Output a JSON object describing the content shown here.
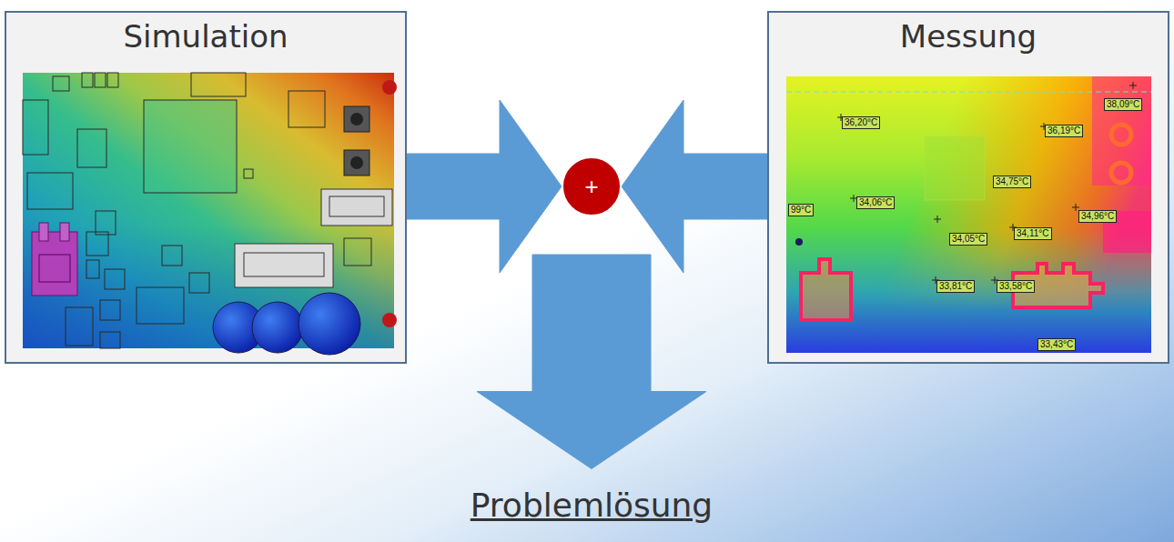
{
  "diagram": {
    "nodes": [
      {
        "text": [
          "Simulation"
        ]
      },
      {
        "text": [
          "Messung"
        ]
      },
      {
        "text": [
          "+"
        ]
      },
      {
        "text": [
          "Problemlösung"
        ]
      }
    ],
    "edges": [
      {
        "from": 0,
        "to": 2,
        "arrow": "to"
      },
      {
        "from": 1,
        "to": 2,
        "arrow": "to"
      },
      {
        "from": 2,
        "to": 3,
        "arrow": "to"
      }
    ],
    "labels": [
      "38,09°C",
      "36,20°C",
      "36,19°C",
      "34,75°C",
      "34,06°C",
      "99°C",
      "34,96°C",
      "34,11°C",
      "34,05°C",
      "33,81°C",
      "33,58°C",
      "33,43°C"
    ]
  }
}
